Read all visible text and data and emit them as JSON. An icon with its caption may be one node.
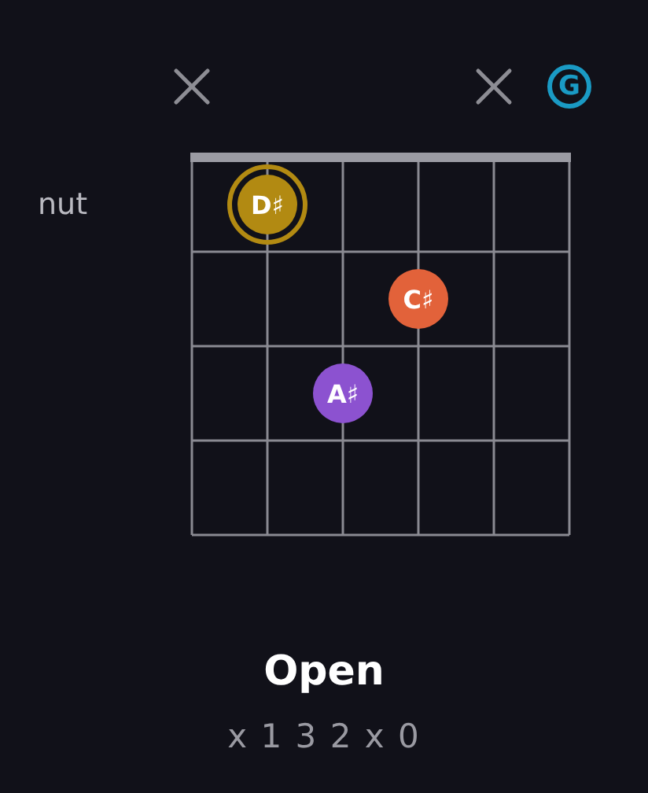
{
  "diagram": {
    "title": "Open",
    "nodes": [
      {
        "text": [
          "G"
        ]
      },
      {
        "text": [
          "D♯"
        ]
      },
      {
        "text": [
          "C♯"
        ]
      },
      {
        "text": [
          "A♯"
        ]
      }
    ],
    "labels": [
      "nut",
      "x 1 3 2 x 0"
    ]
  }
}
